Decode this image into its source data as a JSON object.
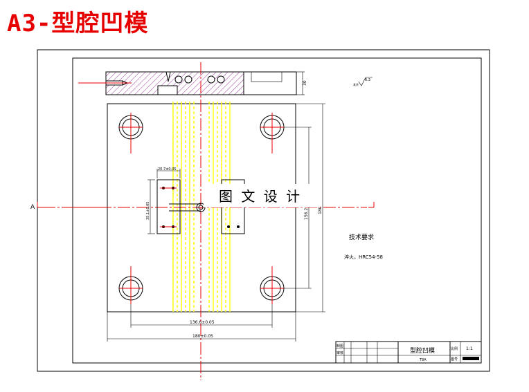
{
  "page_title": "A3-型腔凹模",
  "watermark": "图 文 设 计",
  "section_label": "A",
  "tech": {
    "heading": "技术要求",
    "note": "淬火，HRC54-58"
  },
  "roughness_symbol": "6.3",
  "roughness_note": "其余",
  "dims": {
    "width_overall": "180±0.05",
    "width_holes": "136.6±0.05",
    "height_overall": "156.2",
    "height_right": "180",
    "thickness": "30",
    "cavity_width": "20.7±0.05",
    "cavity_height": "35.1±0.05"
  },
  "title_block": {
    "part_name": "型腔凹模",
    "scale_label": "比例",
    "scale_value": "1:1",
    "drawn_label": "制图",
    "check_label": "审核",
    "material_label": "T8A",
    "sheet_label": "图号"
  },
  "colors": {
    "title": "#e60000",
    "centerline": "#e60000",
    "cooling": "#ffff00",
    "hatch": "#9b3a9b"
  }
}
